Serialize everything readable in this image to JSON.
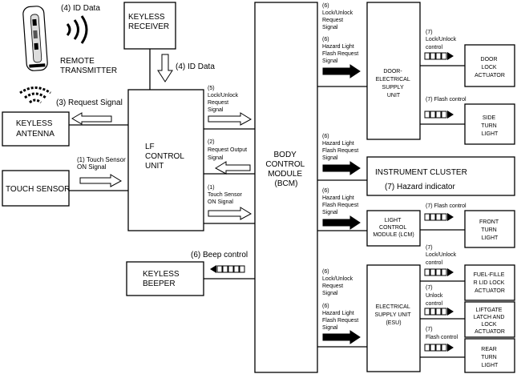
{
  "blocks": {
    "keyless_receiver": [
      "KEYLESS",
      "RECEIVER"
    ],
    "remote_transmitter": [
      "REMOTE",
      "TRANSMITTER"
    ],
    "keyless_antenna": [
      "KEYLESS",
      "ANTENNA"
    ],
    "touch_sensor": [
      "TOUCH SENSOR"
    ],
    "lf_control_unit": [
      "LF",
      "CONTROL",
      "UNIT"
    ],
    "keyless_beeper": [
      "KEYLESS",
      "BEEPER"
    ],
    "bcm": [
      "BODY",
      "CONTROL",
      "MODULE",
      "(BCM)"
    ],
    "door_esu": [
      "DOOR-",
      "ELECTRICAL",
      "SUPPLY",
      "UNIT"
    ],
    "instrument_cluster": [
      "INSTRUMENT CLUSTER"
    ],
    "hazard_indicator": "(7) Hazard indicator",
    "lcm": [
      "LIGHT",
      "CONTROL",
      "MODULE (LCM)"
    ],
    "esu": [
      "ELECTRICAL",
      "SUPPLY UNIT",
      "(ESU)"
    ],
    "door_lock_actuator": [
      "DOOR",
      "LOCK",
      "ACTUATOR"
    ],
    "side_turn_light": [
      "SIDE",
      "TURN",
      "LIGHT"
    ],
    "front_turn_light": [
      "FRONT",
      "TURN",
      "LIGHT"
    ],
    "fuel_filler": [
      "FUEL-FILLE",
      "R LID LOCK",
      "ACTUATOR"
    ],
    "liftgate": [
      "LIFTGATE",
      "LATCH AND",
      "LOCK",
      "ACTUATOR"
    ],
    "rear_turn_light": [
      "REAR",
      "TURN",
      "LIGHT"
    ]
  },
  "signals": {
    "id_data_top": "(4) ID Data",
    "id_data_mid": "(4) ID Data",
    "request_signal": "(3) Request Signal",
    "touch_on_left": [
      "(1) Touch Sensor",
      "ON Signal"
    ],
    "lf_lock_unlock": [
      "(5)",
      "Lock/Unlock",
      "Request",
      "Signal"
    ],
    "lf_request_output": [
      "(2)",
      "Request Output",
      "Signal"
    ],
    "lf_touch_on": [
      "(1)",
      "Touch Sensor",
      "ON Signal"
    ],
    "beep_control": "(6) Beep control",
    "bcm_door_lock": [
      "(6)",
      "Lock/Unlock",
      "Request",
      "Signal"
    ],
    "bcm_door_hazard": [
      "(6)",
      "Hazard Light",
      "Flash Request",
      "Signal"
    ],
    "bcm_ic_hazard": [
      "(6)",
      "Hazard Light",
      "Flash Request",
      "Signal"
    ],
    "bcm_lcm_hazard": [
      "(6)",
      "Hazard Light",
      "Flash Request",
      "Signal"
    ],
    "bcm_esu_lock": [
      "(6)",
      "Lock/Unlock",
      "Request",
      "Signal"
    ],
    "bcm_esu_hazard": [
      "(6)",
      "Hazard Light",
      "Flash Request",
      "Signal"
    ],
    "door_lock_control": [
      "(7)",
      "Lock/Unlock",
      "control"
    ],
    "door_flash_control": "(7) Flash control",
    "lcm_flash_control": "(7) Flash control",
    "esu_lock_control": [
      "(7)",
      "Lock/Unlock",
      "control"
    ],
    "esu_unlock_control": [
      "(7)",
      "Unlock",
      "control"
    ],
    "esu_flash_control": [
      "(7)",
      "Flash control"
    ]
  }
}
